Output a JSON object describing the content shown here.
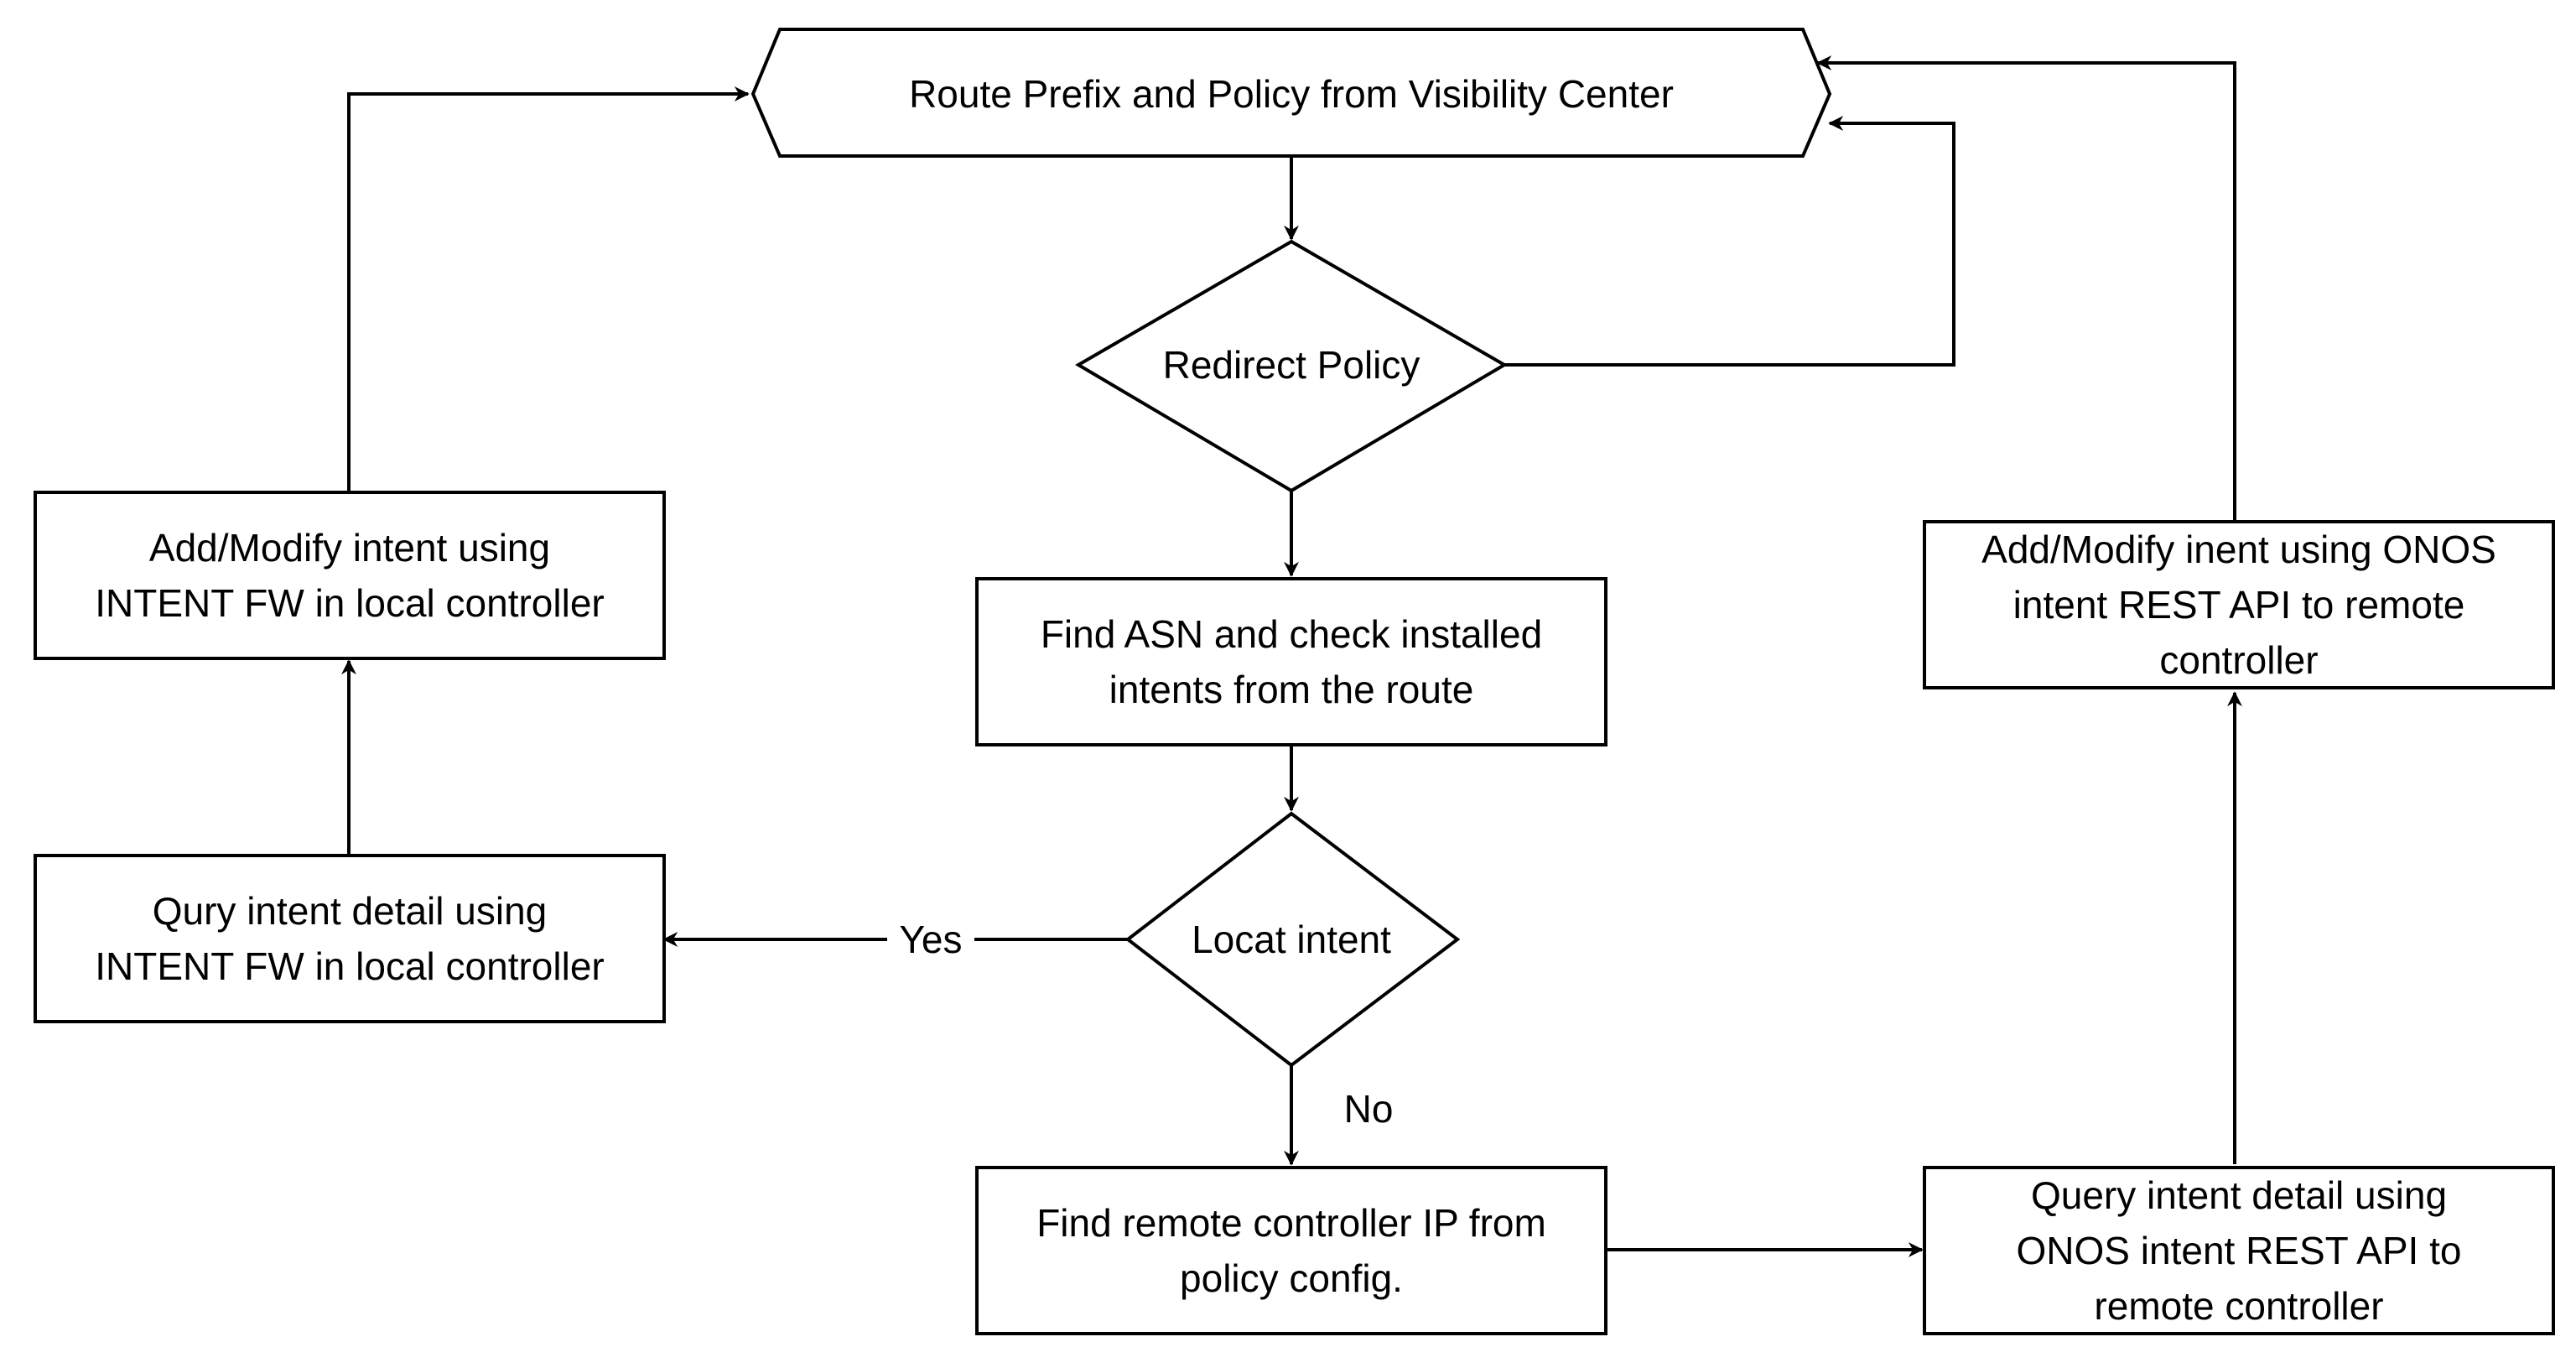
{
  "nodes": {
    "route_prefix": {
      "lines": [
        "Route Prefix and Policy from Visibility Center"
      ]
    },
    "redirect_policy": {
      "lines": [
        "Redirect Policy"
      ]
    },
    "find_asn": {
      "lines": [
        "Find ASN and check installed",
        "intents from the route"
      ]
    },
    "locat_intent": {
      "lines": [
        "Locat intent"
      ]
    },
    "find_remote_ip": {
      "lines": [
        "Find remote controller IP from",
        "policy config."
      ]
    },
    "query_remote": {
      "lines": [
        "Query intent detail using",
        "ONOS intent REST API to",
        "remote controller"
      ]
    },
    "modify_remote": {
      "lines": [
        "Add/Modify inent using ONOS",
        "intent REST API to remote",
        "controller"
      ]
    },
    "query_local": {
      "lines": [
        "Qury intent detail using",
        "INTENT FW in local controller"
      ]
    },
    "modify_local": {
      "lines": [
        "Add/Modify intent using",
        "INTENT FW in local controller"
      ]
    }
  },
  "edge_labels": {
    "yes": "Yes",
    "no": "No"
  }
}
